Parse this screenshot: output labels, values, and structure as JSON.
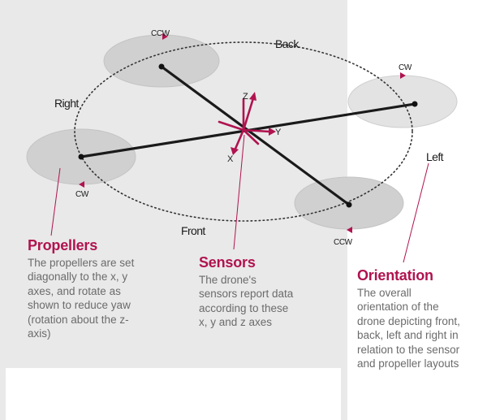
{
  "labels": {
    "back": "Back",
    "front": "Front",
    "right": "Right",
    "left": "Left",
    "axis_z": "Z",
    "axis_y": "Y",
    "axis_x": "X"
  },
  "propellers": {
    "back_right": "CCW",
    "back_left": "CW",
    "front_right": "CW",
    "front_left": "CCW"
  },
  "sections": {
    "propellers": {
      "title": "Propellers",
      "body": "The propellers are set diagonally to the x, y axes, and rotate as shown to reduce yaw (rotation about the z-axis)"
    },
    "sensors": {
      "title": "Sensors",
      "body": "The drone's sensors report data according to these x, y and z axes"
    },
    "orientation": {
      "title": "Orientation",
      "body": "The overall orientation of the drone depicting front, back, left and right in relation to the sensor and propeller layouts"
    }
  },
  "colors": {
    "accent": "#b0134f",
    "panel": "#e9e9e9",
    "propeller_fill": "#d0d0d0",
    "arm": "#1a1a1a",
    "body_text": "#6b6b6b"
  }
}
